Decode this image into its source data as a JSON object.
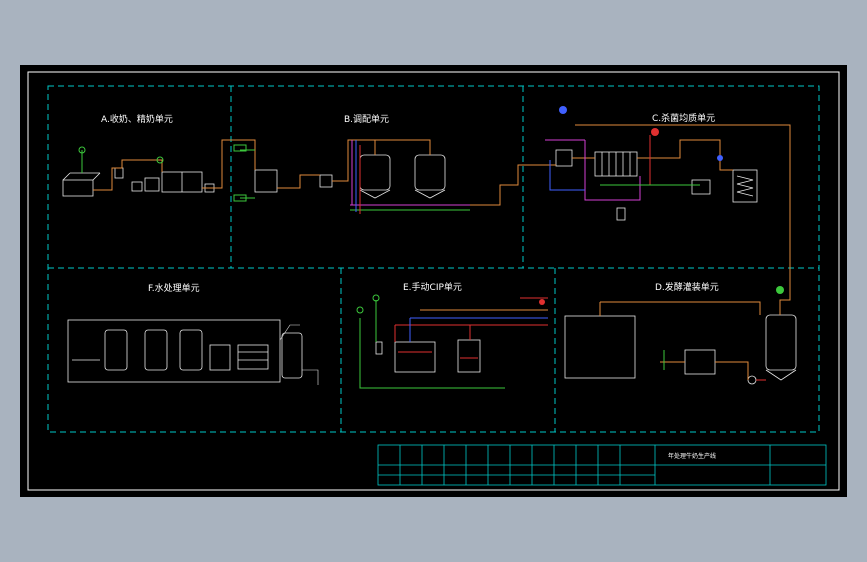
{
  "colors": {
    "background": "#a9b3bf",
    "drawing_bg": "#000000",
    "frame": "#ffffff",
    "dashed": "#00c8c8",
    "title": "#ffffff",
    "pipe_orange": "#e08a3c",
    "pipe_magenta": "#d43fd4",
    "pipe_green": "#3cc83c",
    "pipe_red": "#e03030",
    "pipe_blue": "#4060ff",
    "equipment": "#e8e8e8",
    "label_green": "#3cc83c"
  },
  "units": {
    "A": {
      "title": "A.收奶、精奶单元"
    },
    "B": {
      "title": "B.调配单元"
    },
    "C": {
      "title": "C.杀菌均质单元"
    },
    "D": {
      "title": "D.发酵灌装单元"
    },
    "E": {
      "title": "E.手动CIP单元"
    },
    "F": {
      "title": "F.水处理单元"
    }
  },
  "title_block": {
    "project_title": "年处理牛奶生产线"
  }
}
